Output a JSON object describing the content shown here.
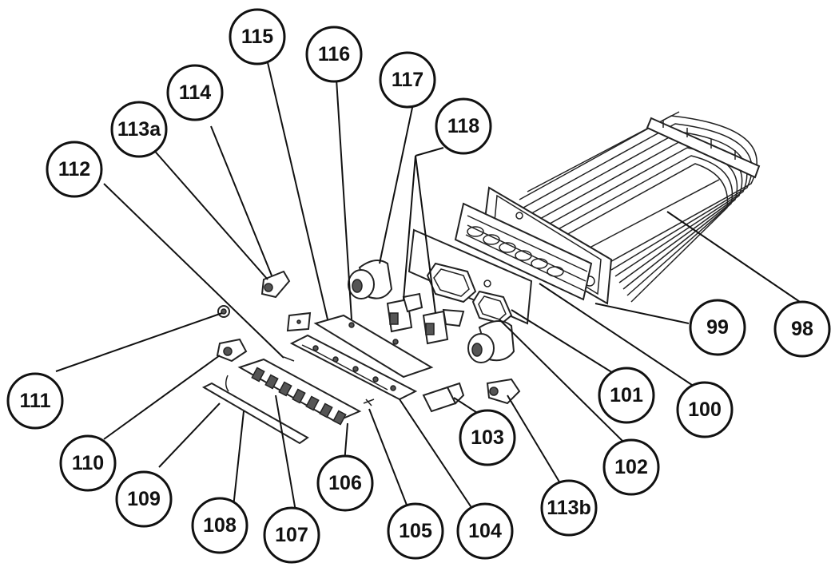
{
  "diagram": {
    "callouts": [
      {
        "id": "c98",
        "label": "98"
      },
      {
        "id": "c99",
        "label": "99"
      },
      {
        "id": "c100",
        "label": "100"
      },
      {
        "id": "c101",
        "label": "101"
      },
      {
        "id": "c102",
        "label": "102"
      },
      {
        "id": "c103",
        "label": "103"
      },
      {
        "id": "c104",
        "label": "104"
      },
      {
        "id": "c105",
        "label": "105"
      },
      {
        "id": "c106",
        "label": "106"
      },
      {
        "id": "c107",
        "label": "107"
      },
      {
        "id": "c108",
        "label": "108"
      },
      {
        "id": "c109",
        "label": "109"
      },
      {
        "id": "c110",
        "label": "110"
      },
      {
        "id": "c111",
        "label": "111"
      },
      {
        "id": "c112",
        "label": "112"
      },
      {
        "id": "c113a",
        "label": "113a"
      },
      {
        "id": "c113b",
        "label": "113b"
      },
      {
        "id": "c114",
        "label": "114"
      },
      {
        "id": "c115",
        "label": "115"
      },
      {
        "id": "c116",
        "label": "116"
      },
      {
        "id": "c117",
        "label": "117"
      },
      {
        "id": "c118",
        "label": "118"
      }
    ]
  }
}
